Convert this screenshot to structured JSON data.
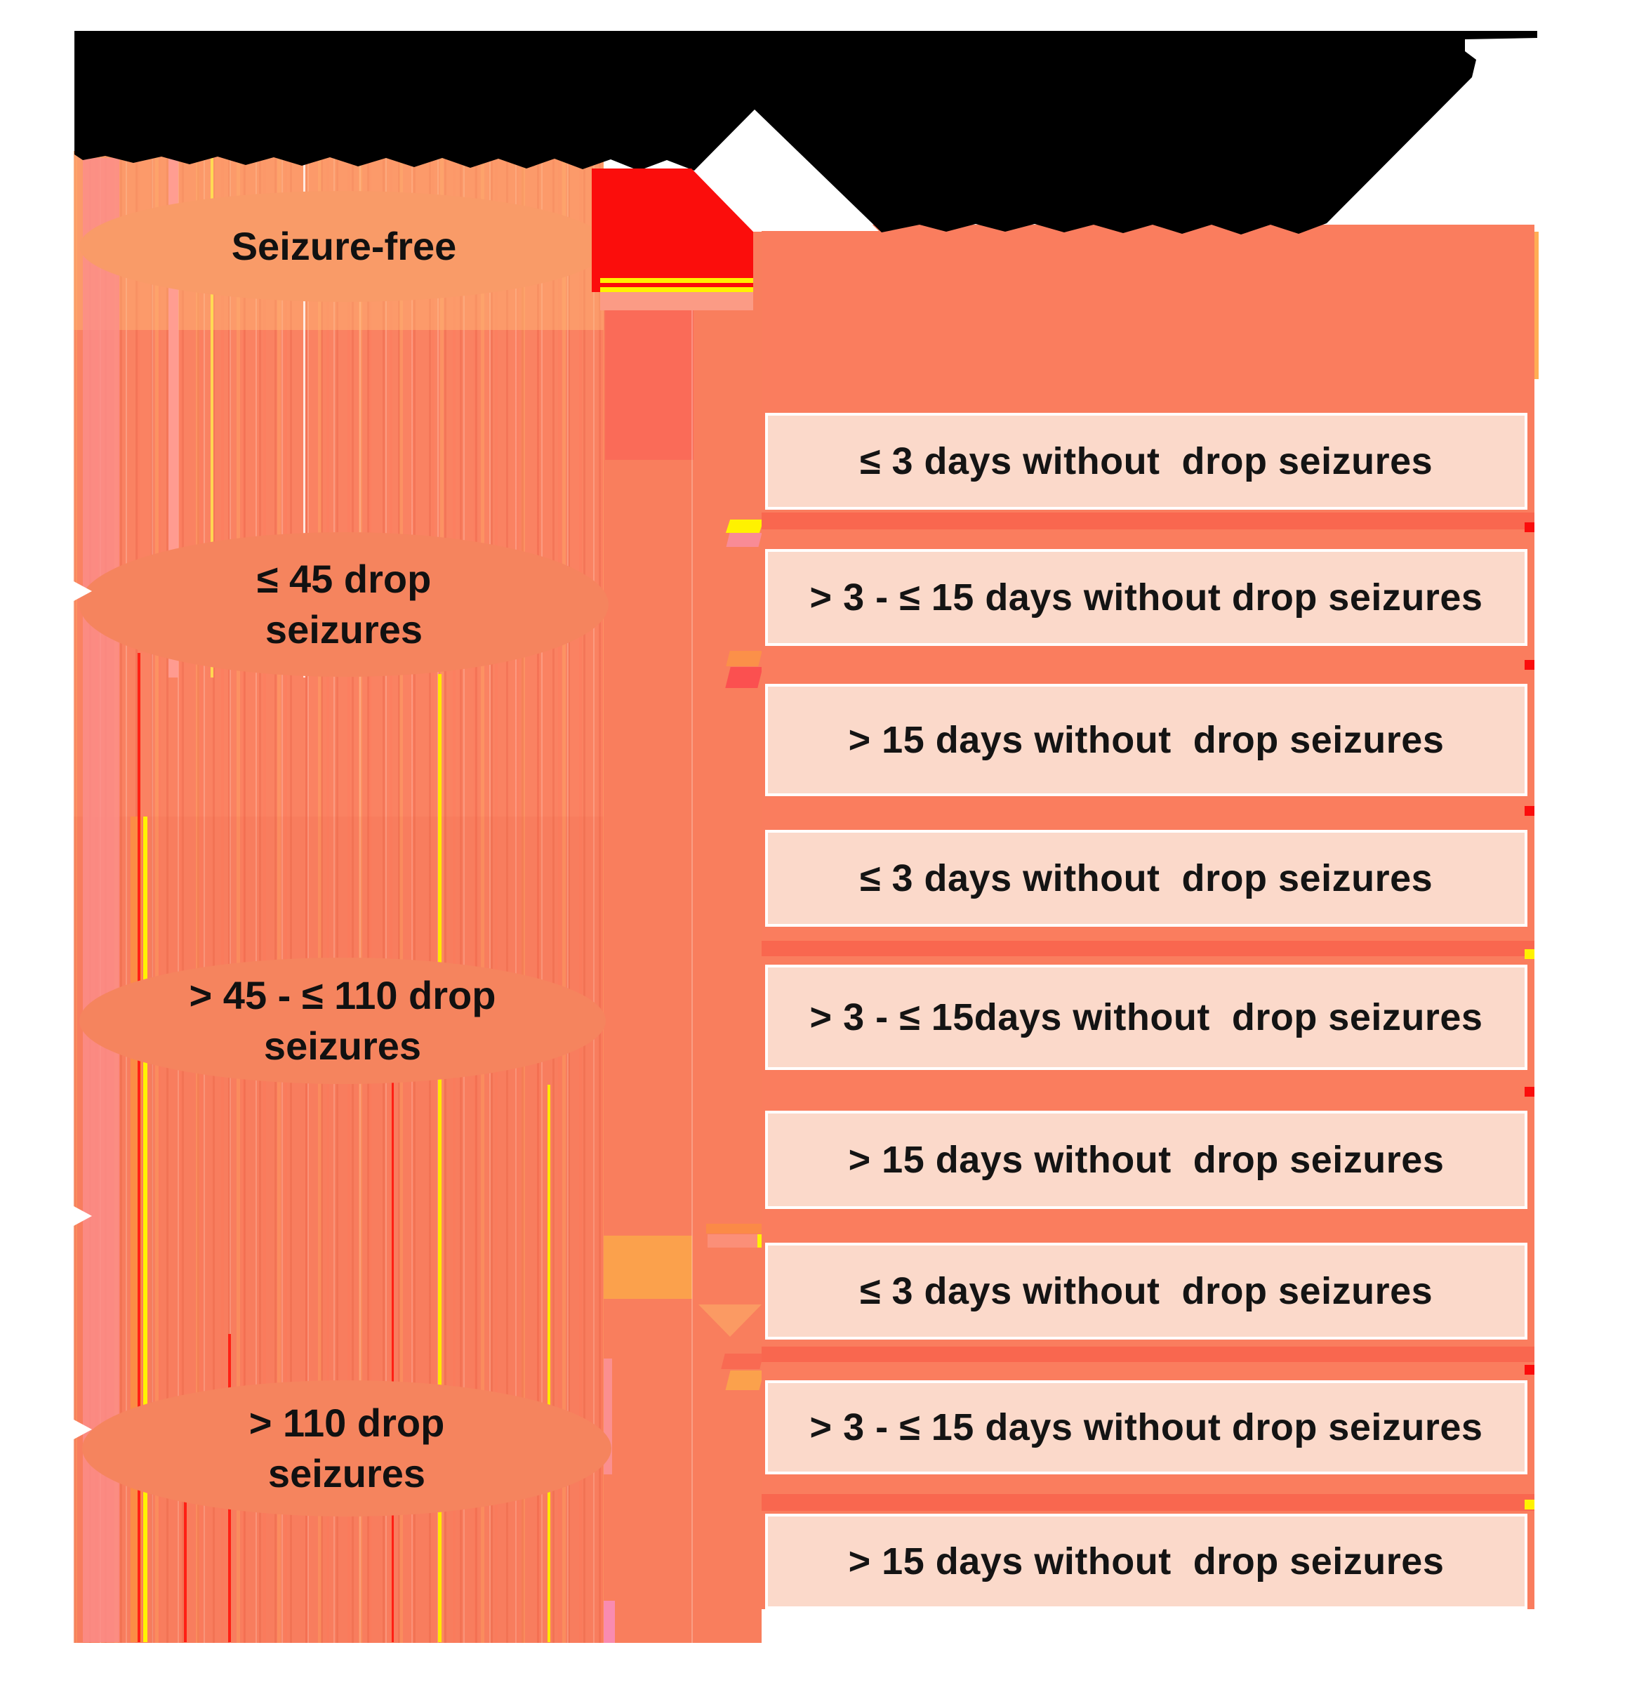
{
  "figure": {
    "description": "Seizure category diagram with corrupted black header blobs",
    "left_column": {
      "categories": [
        {
          "lines": [
            "Seizure-free",
            ""
          ]
        },
        {
          "lines": [
            "≤ 45 drop",
            "seizures"
          ]
        },
        {
          "lines": [
            "> 45 - ≤ 110 drop",
            "seizures"
          ]
        },
        {
          "lines": [
            "> 110 drop",
            "seizures"
          ]
        }
      ]
    },
    "right_column": {
      "boxes": [
        {
          "label": "≤ 3 days without  drop seizures"
        },
        {
          "label": "> 3 - ≤ 15 days without drop seizures"
        },
        {
          "label": "> 15 days without  drop seizures"
        },
        {
          "label": "≤ 3 days without  drop seizures"
        },
        {
          "label": "> 3 - ≤ 15days without  drop seizures"
        },
        {
          "label": "> 15 days without  drop seizures"
        },
        {
          "label": "≤ 3 days without  drop seizures"
        },
        {
          "label": "> 3 - ≤ 15 days without drop seizures"
        },
        {
          "label": "> 15 days without  drop seizures"
        }
      ]
    },
    "colors": {
      "salmon_column": "#FA7D5E",
      "salmon_panel": "#FA8262",
      "deep_salmon_stripe": "#F9674F",
      "pink_box": "#FBD9CA",
      "ellipse_fill": "#F5845E",
      "ellipse_fill_light": "#F99B68",
      "header_black": "#000000",
      "glitch_red": "#FB0D0C",
      "glitch_yellow": "#FFF200",
      "glitch_amber": "#FBA14C",
      "glitch_pink": "#FB8D8B"
    }
  }
}
